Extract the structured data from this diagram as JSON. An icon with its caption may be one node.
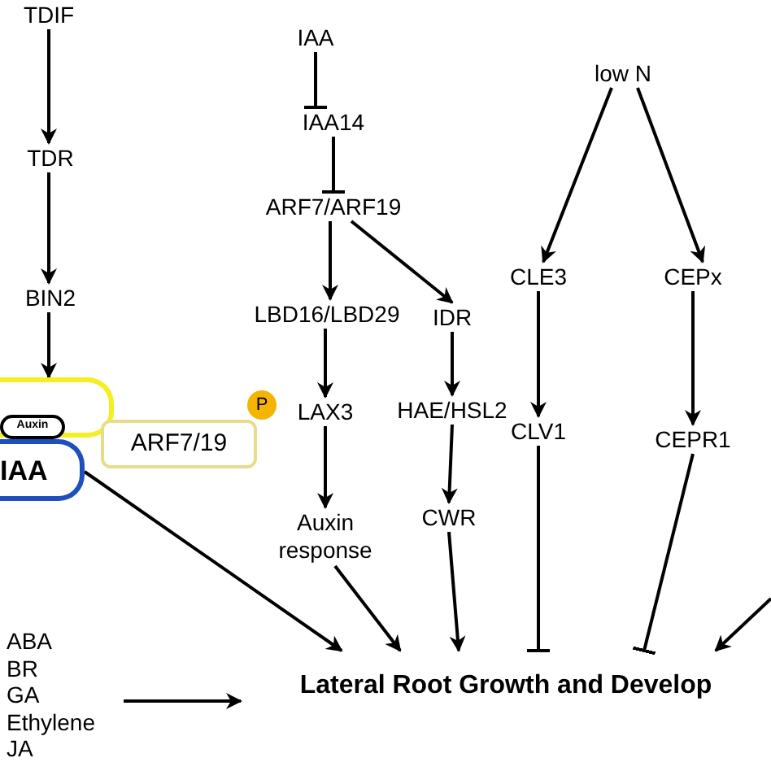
{
  "diagram": {
    "nodes": [
      {
        "text": [
          "TDIF"
        ]
      },
      {
        "text": [
          "TDR"
        ]
      },
      {
        "text": [
          "BIN2"
        ]
      },
      {
        "text": [],
        "shape": "box"
      },
      {
        "text": [
          "Auxin"
        ],
        "in": 3
      },
      {
        "text": [
          "IAA"
        ]
      },
      {
        "text": [
          "ARF7/19"
        ]
      },
      {
        "text": [
          "P"
        ]
      },
      {
        "text": [
          "IAA"
        ]
      },
      {
        "text": [
          "IAA14"
        ]
      },
      {
        "text": [
          "ARF7/ARF19"
        ]
      },
      {
        "text": [
          "LBD16/LBD29"
        ]
      },
      {
        "text": [
          "IDR"
        ]
      },
      {
        "text": [
          "LAX3"
        ]
      },
      {
        "text": [
          "HAE/HSL2"
        ]
      },
      {
        "text": [
          "Auxin response"
        ]
      },
      {
        "text": [
          "CWR"
        ]
      },
      {
        "text": [
          "low N"
        ]
      },
      {
        "text": [
          "CLE3"
        ]
      },
      {
        "text": [
          "CEPx"
        ]
      },
      {
        "text": [
          "CLV1"
        ]
      },
      {
        "text": [
          "CEPR1"
        ]
      },
      {
        "text": [
          "ABA",
          "BR",
          "GA",
          "Ethylene",
          "JA"
        ]
      },
      {
        "text": [
          "Lateral Root Growth and Develop"
        ]
      }
    ],
    "edges": [
      {
        "from": 0,
        "to": 1,
        "arrow": "to"
      },
      {
        "from": 1,
        "to": 2,
        "arrow": "to"
      },
      {
        "from": 2,
        "to": 3,
        "arrow": "to"
      },
      {
        "from": 8,
        "to": 9,
        "arrow": "other"
      },
      {
        "from": 9,
        "to": 10,
        "arrow": "other"
      },
      {
        "from": 10,
        "to": 11,
        "arrow": "to"
      },
      {
        "from": 10,
        "to": 12,
        "arrow": "to"
      },
      {
        "from": 11,
        "to": 13,
        "arrow": "to"
      },
      {
        "from": 13,
        "to": 15,
        "arrow": "to"
      },
      {
        "from": 12,
        "to": 14,
        "arrow": "to"
      },
      {
        "from": 14,
        "to": 16,
        "arrow": "to"
      },
      {
        "from": 17,
        "to": 18,
        "arrow": "to"
      },
      {
        "from": 17,
        "to": 19,
        "arrow": "to"
      },
      {
        "from": 18,
        "to": 20,
        "arrow": "to"
      },
      {
        "from": 19,
        "to": 21,
        "arrow": "to"
      },
      {
        "from": 5,
        "to": 23,
        "arrow": "to"
      },
      {
        "from": 15,
        "to": 23,
        "arrow": "to"
      },
      {
        "from": 16,
        "to": 23,
        "arrow": "to"
      },
      {
        "from": 20,
        "to": 23,
        "arrow": "other"
      },
      {
        "from": 21,
        "to": 23,
        "arrow": "other"
      },
      {
        "from": null,
        "to": 23,
        "arrow": "to"
      },
      {
        "from": 22,
        "to": 23,
        "arrow": "to"
      }
    ]
  }
}
